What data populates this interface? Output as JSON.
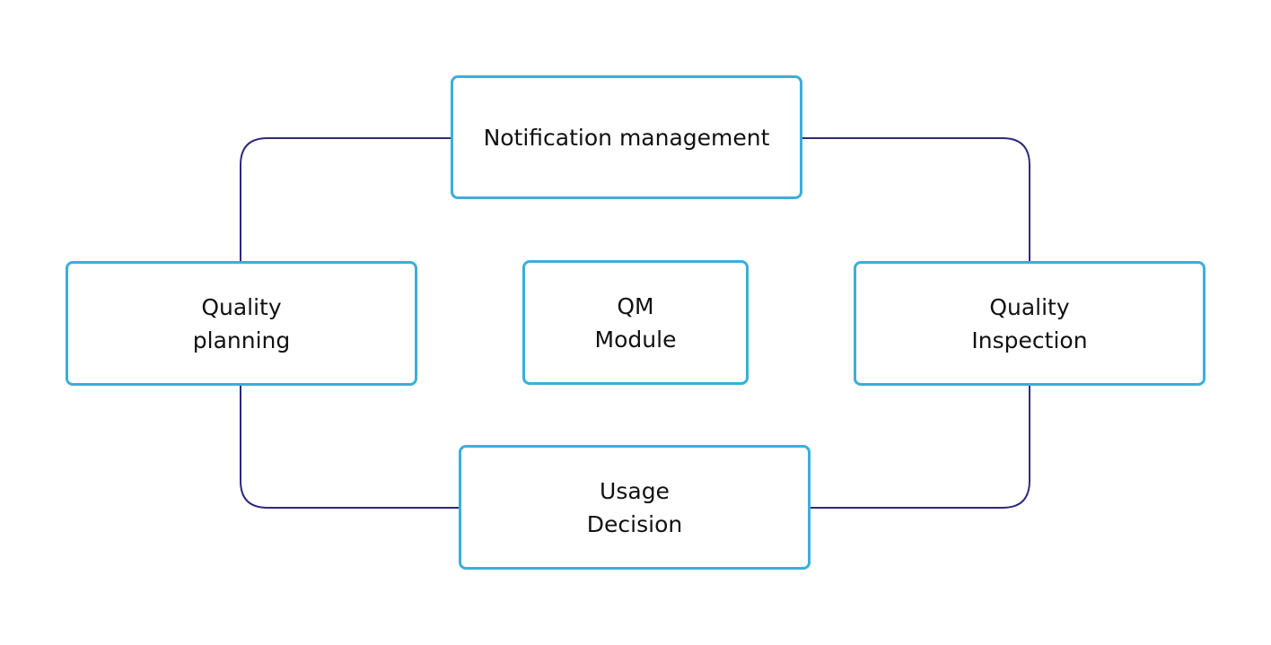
{
  "colors": {
    "node_border": "#3aafd9",
    "connector": "#2e2a7a",
    "text": "#111111",
    "background": "#ffffff"
  },
  "nodes": {
    "notification": {
      "lines": [
        "Notification management"
      ]
    },
    "planning": {
      "lines": [
        "Quality",
        "planning"
      ]
    },
    "qm_module": {
      "lines": [
        "QM",
        "Module"
      ]
    },
    "inspection": {
      "lines": [
        "Quality",
        "Inspection"
      ]
    },
    "usage": {
      "lines": [
        "Usage",
        "Decision"
      ]
    }
  },
  "connections": [
    {
      "from": "notification",
      "to": "planning"
    },
    {
      "from": "notification",
      "to": "inspection"
    },
    {
      "from": "planning",
      "to": "usage"
    },
    {
      "from": "inspection",
      "to": "usage"
    }
  ]
}
